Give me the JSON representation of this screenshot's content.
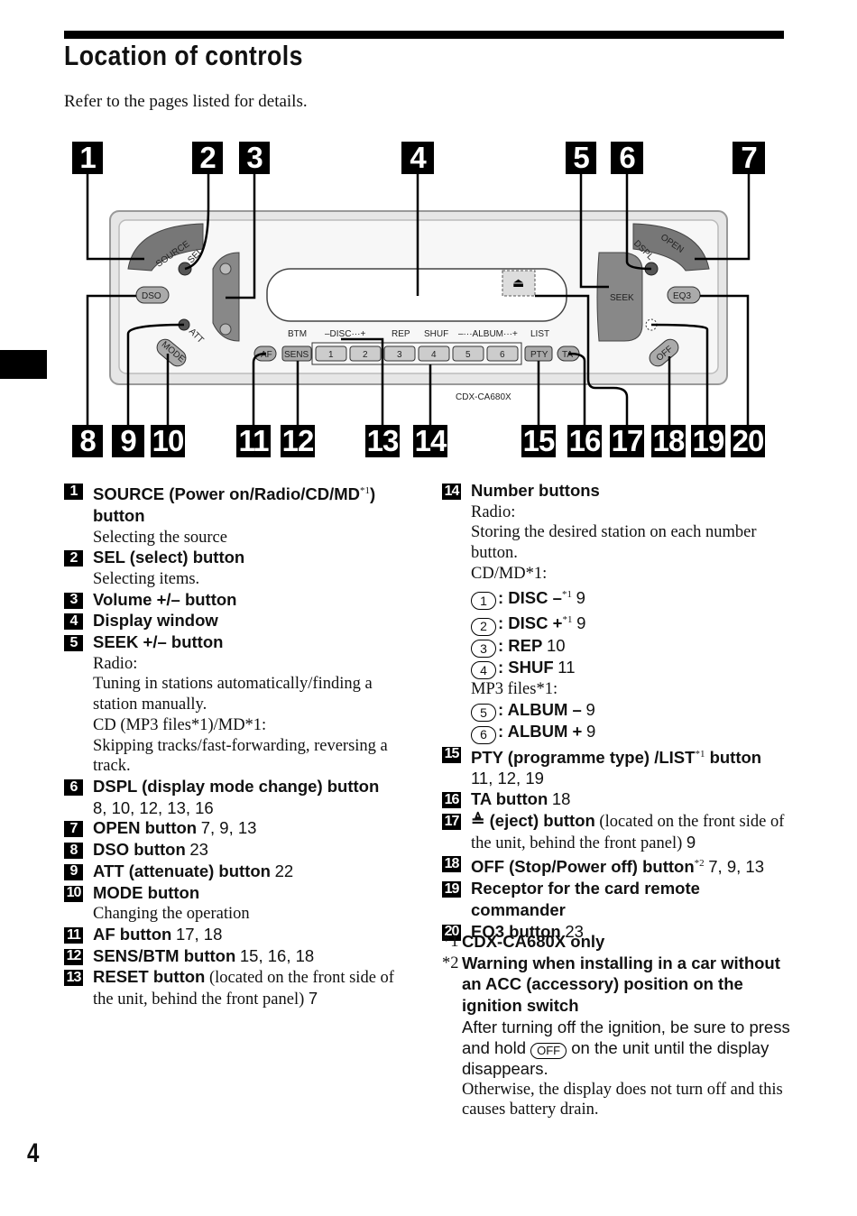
{
  "page": {
    "title": "Location of controls",
    "subtitle": "Refer to the pages listed for details.",
    "page_number": "4"
  },
  "diagram": {
    "model_label": "CDX-CA680X",
    "callouts": [
      "1",
      "2",
      "3",
      "4",
      "5",
      "6",
      "7",
      "8",
      "9",
      "10",
      "11",
      "12",
      "13",
      "14",
      "15",
      "16",
      "17",
      "18",
      "19",
      "20"
    ],
    "panel_labels": {
      "source": "SOURCE",
      "sel": "SEL",
      "dso": "DSO",
      "att": "ATT",
      "mode": "MODE",
      "dspl": "DSPL",
      "open": "OPEN",
      "seek": "SEEK",
      "eq3": "EQ3",
      "off": "OFF",
      "af": "AF",
      "sens": "SENS",
      "btm": "BTM",
      "disc": "–DISC···+",
      "rep": "REP",
      "shuf": "SHUF",
      "album": "–···ALBUM···+",
      "list": "LIST",
      "pty": "PTY",
      "ta": "TA",
      "num1": "1",
      "num2": "2",
      "num3": "3",
      "num4": "4",
      "num5": "5",
      "num6": "6"
    }
  },
  "items": [
    {
      "num": "1",
      "label": "SOURCE (Power on/Radio/CD/MD",
      "label_sup": "*1",
      "label_end": ") button",
      "pages": "",
      "desc": [
        "Selecting the source"
      ]
    },
    {
      "num": "2",
      "label": "SEL (select) button",
      "pages": "",
      "desc": [
        "Selecting items."
      ]
    },
    {
      "num": "3",
      "label": "Volume +/– button",
      "pages": "",
      "desc": []
    },
    {
      "num": "4",
      "label": "Display window",
      "pages": "",
      "desc": []
    },
    {
      "num": "5",
      "label": "SEEK +/– button",
      "pages": "",
      "desc": [
        "Radio:",
        "Tuning in stations automatically/finding a station manually.",
        "CD (MP3 files*1)/MD*1:",
        "Skipping tracks/fast-forwarding, reversing a track."
      ]
    },
    {
      "num": "6",
      "label": "DSPL (display mode change) button",
      "pages": "8, 10, 12, 13, 16",
      "desc": []
    },
    {
      "num": "7",
      "label": "OPEN button",
      "pages": "7, 9, 13",
      "desc": []
    },
    {
      "num": "8",
      "label": "DSO button",
      "pages": "23",
      "desc": []
    },
    {
      "num": "9",
      "label": "ATT (attenuate) button",
      "pages": "22",
      "desc": []
    },
    {
      "num": "10",
      "label": "MODE button",
      "pages": "",
      "desc": [
        "Changing the operation"
      ]
    },
    {
      "num": "11",
      "label": "AF button",
      "pages": "17, 18",
      "desc": []
    },
    {
      "num": "12",
      "label": "SENS/BTM button",
      "pages": "15, 16, 18",
      "desc": []
    },
    {
      "num": "13",
      "label": "RESET button",
      "extra": "(located on the front side of the unit, behind the front panel)",
      "pages": "7",
      "desc": []
    },
    {
      "num": "14",
      "label": "Number buttons",
      "pages": "",
      "desc": [
        "Radio:",
        "Storing the desired station on each number button.",
        "CD/MD*1:"
      ],
      "disc_entries": [
        {
          "circle": "1",
          "text": ": DISC –",
          "sup": "*1",
          "pages": "9"
        },
        {
          "circle": "2",
          "text": ": DISC +",
          "sup": "*1",
          "pages": "9"
        },
        {
          "circle": "3",
          "text": ": REP",
          "sup": "",
          "pages": "10"
        },
        {
          "circle": "4",
          "text": ": SHUF",
          "sup": "",
          "pages": "11"
        }
      ],
      "mp3_label": "MP3 files*1:",
      "mp3_entries": [
        {
          "circle": "5",
          "text": ": ALBUM –",
          "pages": "9"
        },
        {
          "circle": "6",
          "text": ": ALBUM +",
          "pages": "9"
        }
      ]
    },
    {
      "num": "15",
      "label": "PTY (programme type) /LIST",
      "label_sup": "*1",
      "label_end": " button",
      "pages": "11, 12, 19",
      "desc": []
    },
    {
      "num": "16",
      "label": "TA button",
      "pages": "18",
      "desc": []
    },
    {
      "num": "17",
      "label": "≜ (eject) button",
      "extra": "(located on the front side of the unit, behind the front panel)",
      "pages": "9",
      "desc": []
    },
    {
      "num": "18",
      "label": "OFF (Stop/Power off) button",
      "label_sup": "*2",
      "pages": "7, 9, 13",
      "desc": []
    },
    {
      "num": "19",
      "label": "Receptor for the card remote commander",
      "pages": "",
      "desc": []
    },
    {
      "num": "20",
      "label": "EQ3 button",
      "pages": "23",
      "desc": []
    }
  ],
  "notes": [
    {
      "mark": "*1",
      "heading": "CDX-CA680X only",
      "body": []
    },
    {
      "mark": "*2",
      "heading": "Warning when installing in a car without an ACC (accessory) position on the ignition switch",
      "body_pre": "After turning off the ignition, be sure to press and hold",
      "body_button": "OFF",
      "body_post": "on the unit until the display disappears.",
      "body2": "Otherwise, the display does not turn off and this causes battery drain."
    }
  ]
}
